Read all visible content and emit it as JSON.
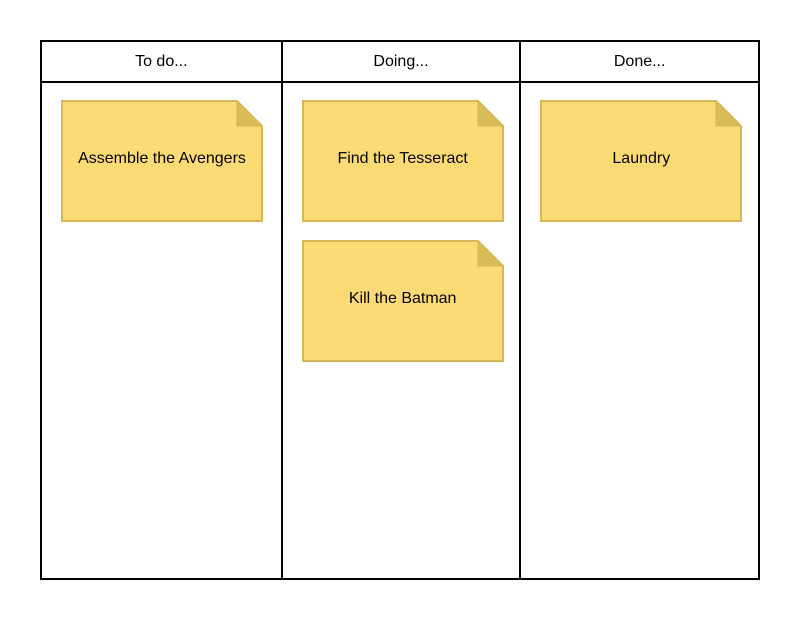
{
  "colors": {
    "note_fill": "#FDDB74",
    "note_border": "#D6B656",
    "note_fold": "#D8BC57",
    "board_border": "#000000"
  },
  "board": {
    "columns": [
      {
        "title": "To do...",
        "cards": [
          "Assemble the Avengers"
        ]
      },
      {
        "title": "Doing...",
        "cards": [
          "Find the Tesseract",
          "Kill the Batman"
        ]
      },
      {
        "title": "Done...",
        "cards": [
          "Laundry"
        ]
      }
    ]
  }
}
